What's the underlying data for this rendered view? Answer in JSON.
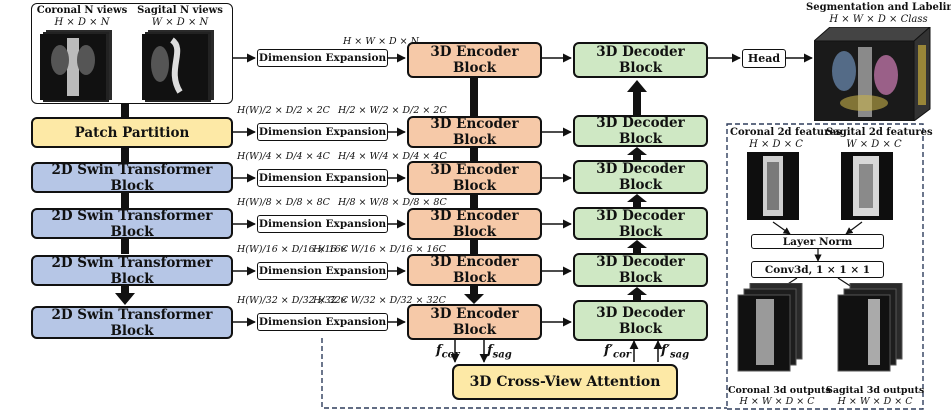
{
  "input_panel": {
    "coronal_label": "Coronal N views",
    "coronal_dims": "H × D × N",
    "sagital_label": "Sagital N views",
    "sagital_dims": "W × D × N"
  },
  "output": {
    "title": "Segmentation and Labeling",
    "dims": "H × W × D × Class"
  },
  "blocks": {
    "patch_partition": "Patch Partition",
    "swin": "2D Swin Transformer Block",
    "dim_expansion": "Dimension Expansion",
    "encoder": "3D Encoder Block",
    "decoder": "3D Decoder Block",
    "head": "Head",
    "cross_view": "3D Cross-View Attention"
  },
  "dim_labels": {
    "row0_in": "H × W × D × N",
    "row1_in": "H(W)/2 × D/2 × 2C",
    "row1_out": "H/2 × W/2 × D/2 × 2C",
    "row2_in": "H(W)/4 × D/4 × 4C",
    "row2_out": "H/4 × W/4 × D/4 × 4C",
    "row3_in": "H(W)/8 × D/8 × 8C",
    "row3_out": "H/8 × W/8 × D/8 × 8C",
    "row4_in": "H(W)/16 × D/16 × 16C",
    "row4_out": "H/16 × W/16 × D/16 × 16C",
    "row5_in": "H(W)/32 × D/32 × 32C",
    "row5_out": "H/32 × W/32 × D/32 × 32C"
  },
  "attention_labels": {
    "f_cor": "f_cor",
    "f_sag": "f_sag",
    "f_cor_prime": "f'_cor",
    "f_sag_prime": "f'_sag"
  },
  "detail_panel": {
    "coronal_2d": "Coronal 2d features",
    "coronal_2d_dims": "H × D × C",
    "sagital_2d": "Sagital 2d features",
    "sagital_2d_dims": "W × D × C",
    "layer_norm": "Layer Norm",
    "conv": "Conv3d, 1 × 1 × 1",
    "coronal_3d": "Coronal 3d outputs",
    "coronal_3d_dims": "H × W × D × C",
    "sagital_3d": "Sagital 3d outputs",
    "sagital_3d_dims": "H × W × D × C"
  }
}
